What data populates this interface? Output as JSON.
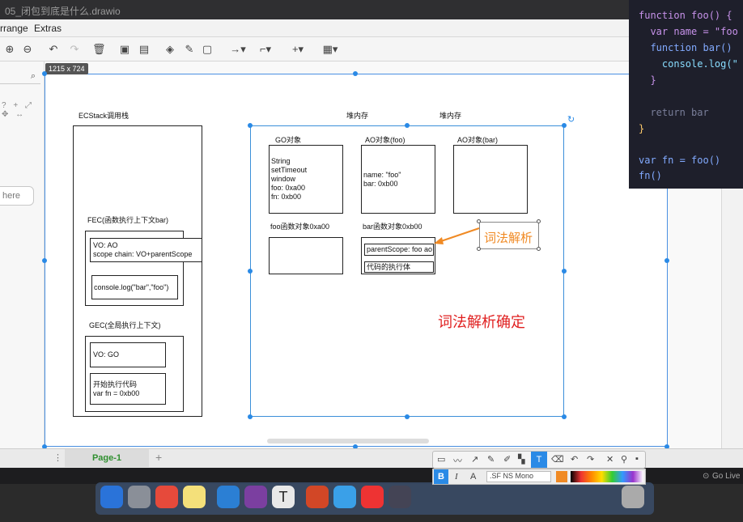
{
  "window": {
    "title": "05_闭包到底是什么.drawio"
  },
  "menu": {
    "arrange": "rrange",
    "extras": "Extras"
  },
  "sidebar": {
    "here_label": "here"
  },
  "canvas": {
    "size_label": "1215 x 724"
  },
  "diagram": {
    "ecstack_label": "ECStack调用栈",
    "heap_label_1": "堆内存",
    "heap_label_2": "堆内存",
    "fec_title": "FEC(函数执行上下文bar)",
    "fec_vo": "VO: AO\nscope chain: VO+parentScope",
    "fec_code": "console.log(\"bar\",\"foo\")",
    "gec_title": "GEC(全局执行上下文)",
    "gec_vo": "VO: GO",
    "gec_code": "开始执行代码\nvar fn = 0xb00",
    "go_title": "GO对象",
    "go_content": "String\nsetTimeout\nwindow\nfoo: 0xa00\nfn: 0xb00",
    "ao_foo_title": "AO对象(foo)",
    "ao_foo_content": "name: \"foo\"\nbar: 0xb00",
    "ao_bar_title": "AO对象(bar)",
    "foo_func_title": "foo函数对象0xa00",
    "bar_func_title": "bar函数对象0xb00",
    "bar_parent_scope": "parentScope: foo ao",
    "bar_body": "代码的执行体",
    "lexical_callout": "词法解析",
    "lexical_note": "词法解析确定"
  },
  "code_panel": {
    "lines": [
      "function foo() {",
      "  var name = \"foo",
      "  function bar()",
      "    console.log(\"",
      "  }",
      "",
      "  return bar",
      "}",
      "",
      "var fn = foo()",
      "fn()"
    ]
  },
  "pagebar": {
    "tab_label": "Page-1",
    "add_label": "+"
  },
  "annotation_toolbar": {
    "font_name": ".SF NS Mono",
    "bold": "B",
    "italic": "I"
  },
  "status": {
    "go_live": "Go Live"
  },
  "dock": {
    "text_app": "T"
  },
  "colors": {
    "accent_blue": "#2a8ae6",
    "red_note": "#e02020",
    "orange_callout": "#f08a24",
    "code_bg": "#1e1f2b"
  }
}
